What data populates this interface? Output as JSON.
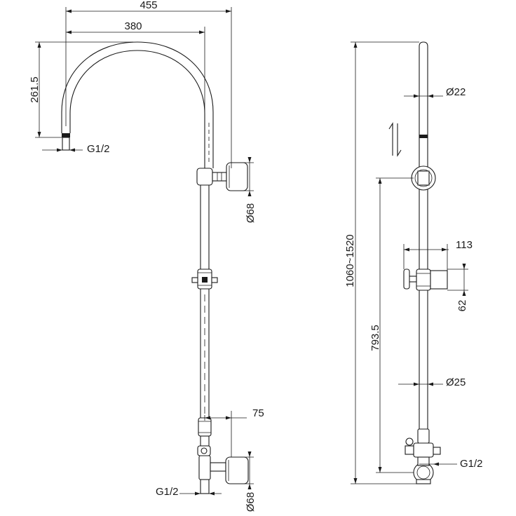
{
  "drawing": {
    "front": {
      "width_total": "455",
      "arm_span": "380",
      "arm_height": "261.5",
      "outlet_thread": "G1/2",
      "bracket_dia_top": "Ø68",
      "offset": "75",
      "inlet_thread": "G1/2",
      "bracket_dia_bottom": "Ø68"
    },
    "side": {
      "top_tube_dia": "Ø22",
      "height_range": "1060~1520",
      "slider_height": "793.5",
      "holder_depth": "113",
      "holder_height": "62",
      "main_tube_dia": "Ø25",
      "inlet_thread": "G1/2"
    },
    "icons": [
      "adjust-up-down-arrows-icon"
    ]
  }
}
